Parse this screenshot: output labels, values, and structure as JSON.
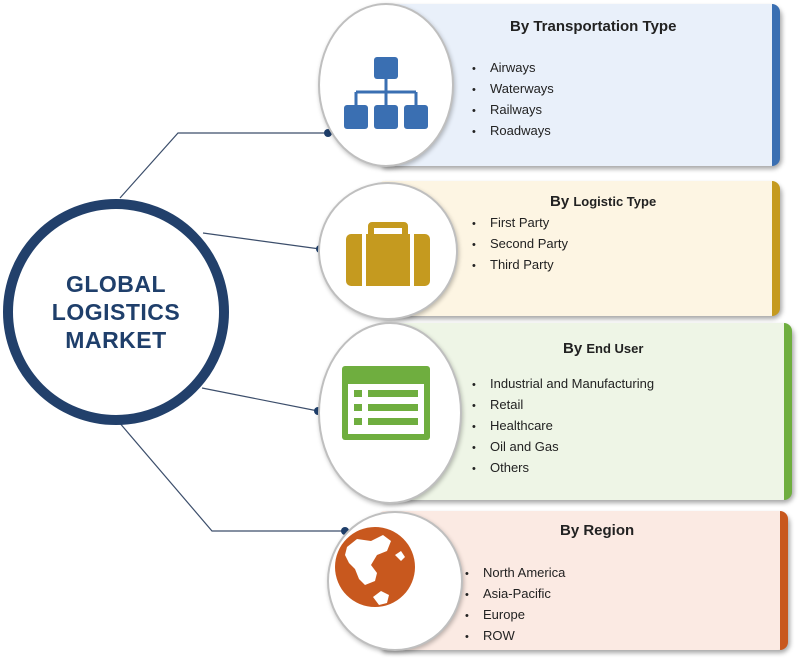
{
  "center": {
    "lines": [
      "GLOBAL",
      "LOGISTICS",
      "MARKET"
    ],
    "border_color": "#22406b"
  },
  "segments": [
    {
      "title": "By Transportation Type",
      "icon": "hierarchy-icon",
      "color": "#3a6fb2",
      "bg": "#e9f0fa",
      "items": [
        "Airways",
        "Waterways",
        "Railways",
        "Roadways"
      ]
    },
    {
      "title_prefix": "By",
      "title_suffix": "Logistic Type",
      "icon": "briefcase-icon",
      "color": "#c59a1f",
      "bg": "#fdf5e3",
      "items": [
        "First Party",
        "Second Party",
        "Third Party"
      ]
    },
    {
      "title_prefix": "By",
      "title_suffix": "End User",
      "icon": "list-window-icon",
      "color": "#6fae3f",
      "bg": "#eef5e6",
      "items": [
        "Industrial and Manufacturing",
        "Retail",
        "Healthcare",
        "Oil and Gas",
        "Others"
      ]
    },
    {
      "title": "By Region",
      "icon": "globe-icon",
      "color": "#c8581e",
      "bg": "#fbeae3",
      "items": [
        "North America",
        "Asia-Pacific",
        "Europe",
        "ROW"
      ]
    }
  ]
}
